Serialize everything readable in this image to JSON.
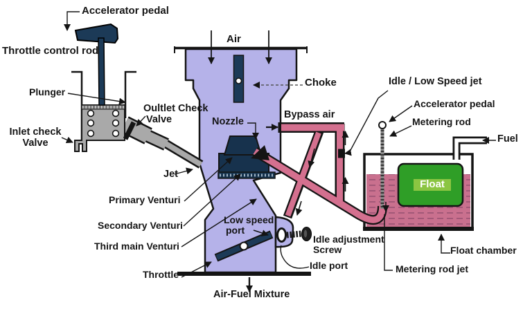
{
  "diagram": {
    "subject": "carburetor-schematic",
    "labels": {
      "accelerator_pedal_left": "Accelerator pedal",
      "throttle_control_rod": "Throttle control rod",
      "plunger": "Plunger",
      "inlet_check_valve": {
        "line1": "Inlet check",
        "line2": "Valve"
      },
      "outlet_check_valve": {
        "line1": "Oultlet Check",
        "line2": "Valve"
      },
      "jet": "Jet",
      "nozzle": "Nozzle",
      "air": "Air",
      "choke": "Choke",
      "bypass_air": "Bypass air",
      "idle_low_speed_jet": "Idle / Low Speed jet",
      "accelerator_pedal_right": "Accelerator pedal",
      "metering_rod": "Metering rod",
      "fuel": "Fuel",
      "float": "Float",
      "float_chamber": "Float chamber",
      "metering_rod_jet": "Metering rod jet",
      "idle_adjustment_screw": {
        "line1": "Idle adjustment",
        "line2": "Screw"
      },
      "idle_port": "Idle port",
      "low_speed_port": {
        "line1": "Low speed",
        "line2": "port"
      },
      "primary_venturi": "Primary Venturi",
      "secondary_venturi": "Secondary Venturi",
      "third_main_venturi": "Third main Venturi",
      "throttle": "Throttle",
      "air_fuel_mixture": "Air-Fuel Mixture"
    },
    "colors": {
      "body_purple": "#b5b2e9",
      "passage_pink": "#d4708f",
      "fuel_pink": "#c9708e",
      "float_green": "#2f9e27",
      "float_band_green": "#8bc542",
      "pump_gray": "#a9a9a9",
      "dark_navy": "#1c3a57",
      "line_black": "#141414"
    }
  }
}
